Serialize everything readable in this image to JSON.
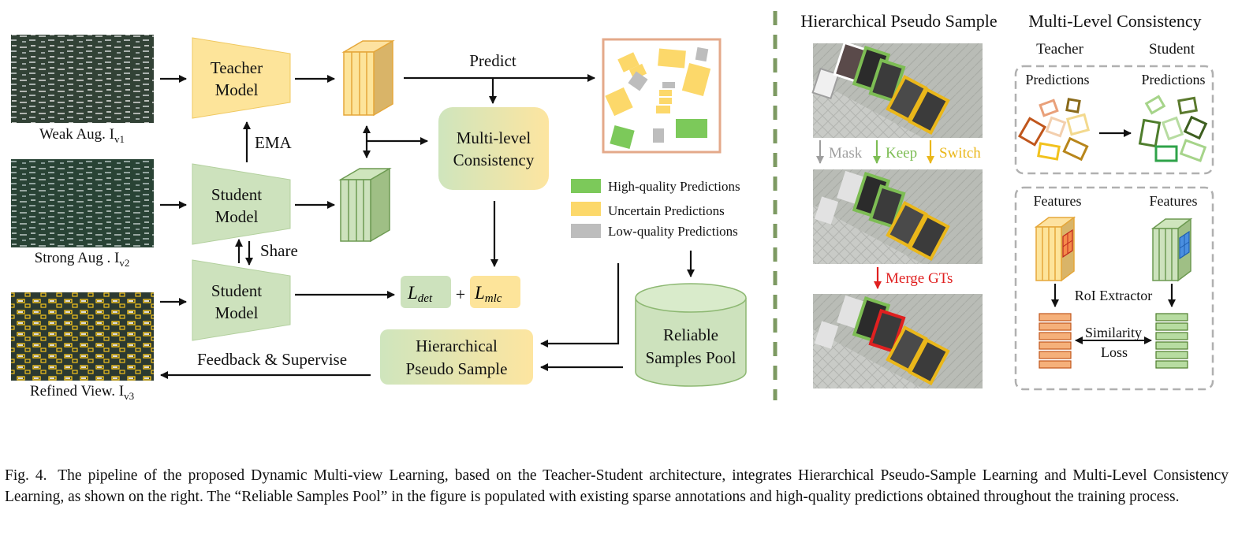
{
  "figure": {
    "images": {
      "weak": "Weak Aug. I",
      "weak_sub": "v1",
      "strong": "Strong Aug . I",
      "strong_sub": "v2",
      "refined": "Refined View. I",
      "refined_sub": "v3"
    },
    "models": {
      "teacher": [
        "Teacher",
        "Model"
      ],
      "student_top": [
        "Student",
        "Model"
      ],
      "student_bottom": [
        "Student",
        "Model"
      ]
    },
    "arrows": {
      "ema": "EMA",
      "share": "Share",
      "predict": "Predict",
      "feedback": "Feedback & Supervise"
    },
    "boxes": {
      "mlc": [
        "Multi-level",
        "Consistency"
      ],
      "hps": [
        "Hierarchical",
        "Pseudo Sample"
      ],
      "pool": [
        "Reliable",
        "Samples Pool"
      ]
    },
    "loss": {
      "det": "L",
      "det_sub": "det",
      "plus": "+",
      "mlc": "L",
      "mlc_sub": "mlc"
    },
    "legend": [
      {
        "label": "High-quality Predictions",
        "color": "#7cc95a"
      },
      {
        "label": "Uncertain Predictions",
        "color": "#fcd86a"
      },
      {
        "label": "Low-quality Predictions",
        "color": "#bdbdbd"
      }
    ],
    "right_panel": {
      "hps_title": "Hierarchical Pseudo Sample",
      "mask": "Mask",
      "keep": "Keep",
      "switch": "Switch",
      "merge": "Merge GTs",
      "mlc_title": "Multi-Level Consistency",
      "teacher": "Teacher",
      "student": "Student",
      "pred_left": "Predictions",
      "pred_right": "Predictions",
      "feat_left": "Features",
      "feat_right": "Features",
      "roi": "RoI Extractor",
      "sim1": "Similarity",
      "sim2": "Loss"
    },
    "colors": {
      "teacher_yellow": "#fde49a",
      "student_green": "#cde2bd",
      "mask_gray": "#9e9e9e",
      "keep_green": "#7dbd54",
      "switch_orange": "#eab71a",
      "merge_red": "#e02020"
    }
  },
  "caption": {
    "label": "Fig. 4.",
    "text": "The pipeline of the proposed Dynamic Multi-view Learning, based on the Teacher-Student architecture, integrates Hierarchical Pseudo-Sample Learning and Multi-Level Consistency Learning, as shown on the right. The “Reliable Samples Pool” in the figure is populated with existing sparse annotations and high-quality predictions obtained throughout the training process."
  }
}
